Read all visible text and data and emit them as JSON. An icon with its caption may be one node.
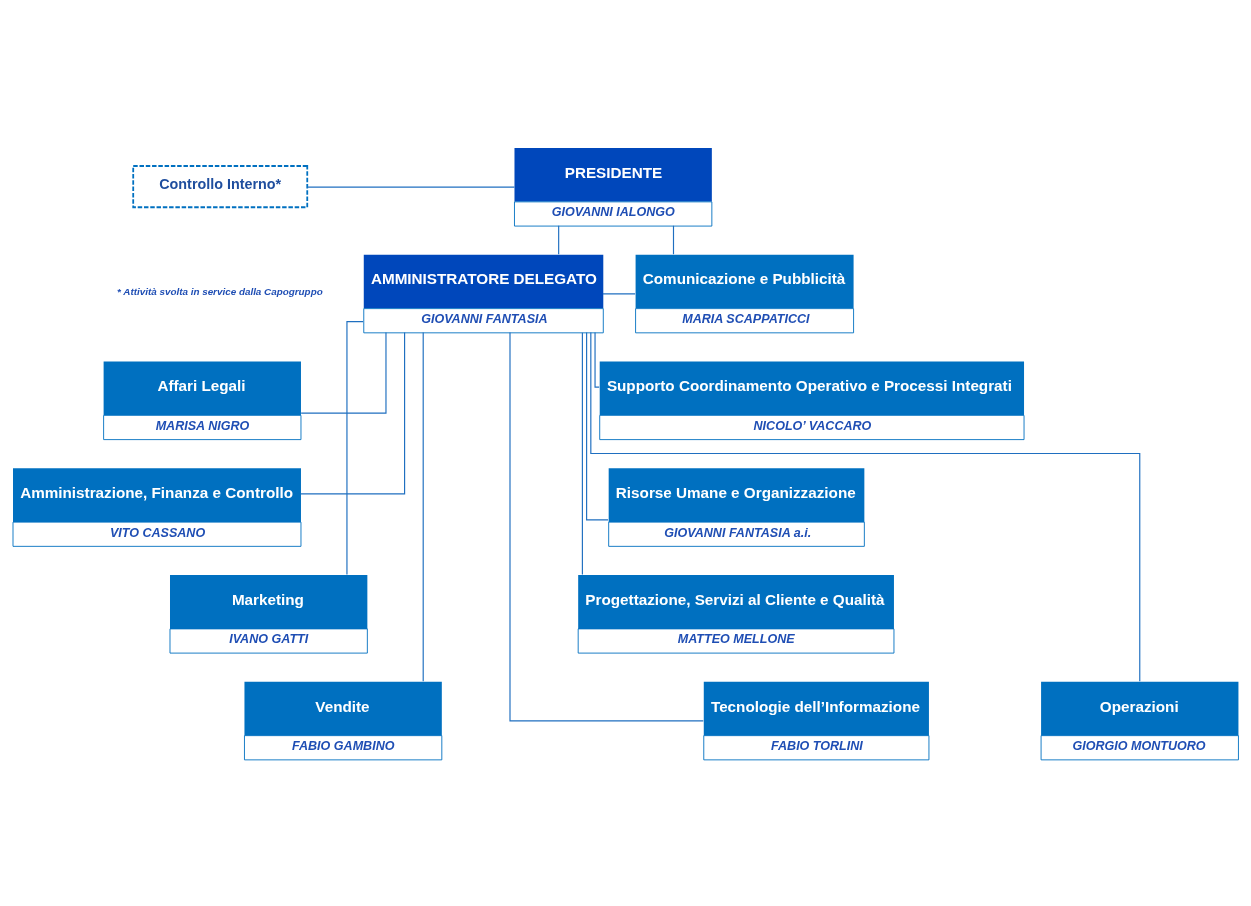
{
  "diagram": {
    "nodes": [
      {
        "text": [
          "Controllo Interno*"
        ]
      },
      {
        "text": [
          "PRESIDENTE",
          "GIOVANNI IALONGO"
        ]
      },
      {
        "text": [
          "Comunicazione e Pubblicità",
          "MARIA SCAPPATICCI"
        ]
      },
      {
        "text": [
          "AMMINISTRATORE DELEGATO",
          "GIOVANNI FANTASIA"
        ]
      },
      {
        "text": [
          "Affari Legali",
          "MARISA NIGRO"
        ]
      },
      {
        "text": [
          "Supporto Coordinamento Operativo e Processi Integrati",
          "NICOLO’ VACCARO"
        ]
      },
      {
        "text": [
          "Amministrazione, Finanza e Controllo",
          "VITO CASSANO"
        ]
      },
      {
        "text": [
          "Risorse Umane e Organizzazione",
          "GIOVANNI FANTASIA a.i."
        ]
      },
      {
        "text": [
          "Marketing",
          "IVANO GATTI"
        ]
      },
      {
        "text": [
          "Progettazione, Servizi al Cliente e Qualità",
          "MATTEO MELLONE"
        ]
      },
      {
        "text": [
          "Vendite",
          "FABIO GAMBINO"
        ]
      },
      {
        "text": [
          "Operazioni",
          "GIORGIO MONTUORO"
        ]
      },
      {
        "text": [
          "Tecnologie dell’Informazione",
          "FABIO TORLINI"
        ]
      }
    ],
    "edges": [
      {
        "from": 0,
        "to": 1,
        "arrow": "none"
      },
      {
        "from": 1,
        "to": 3,
        "arrow": "none"
      },
      {
        "from": 1,
        "to": 2,
        "arrow": "none"
      },
      {
        "from": 3,
        "to": 2,
        "arrow": "none"
      },
      {
        "from": 3,
        "to": 4,
        "arrow": "none"
      },
      {
        "from": 3,
        "to": 5,
        "arrow": "none"
      },
      {
        "from": 3,
        "to": 6,
        "arrow": "none"
      },
      {
        "from": 3,
        "to": 7,
        "arrow": "none"
      },
      {
        "from": 3,
        "to": 8,
        "arrow": "none"
      },
      {
        "from": 3,
        "to": 9,
        "arrow": "none"
      },
      {
        "from": 3,
        "to": 10,
        "arrow": "none"
      },
      {
        "from": 3,
        "to": 11,
        "arrow": "none"
      },
      {
        "from": 3,
        "to": 12,
        "arrow": "none"
      }
    ],
    "labels": [
      "* Attività svolta in service dalla Capogruppo"
    ]
  }
}
